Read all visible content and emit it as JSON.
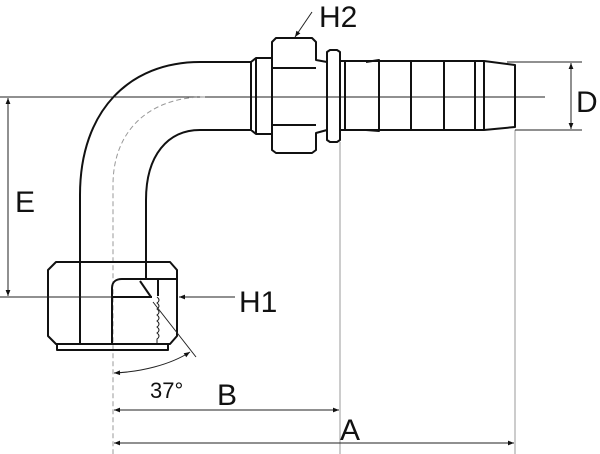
{
  "labels": {
    "h2": "H2",
    "d": "D",
    "e": "E",
    "h1": "H1",
    "angle": "37°",
    "b": "B",
    "a": "A"
  },
  "colors": {
    "line": "#111111",
    "dimension": "#aaaaaa",
    "background": "#ffffff"
  }
}
